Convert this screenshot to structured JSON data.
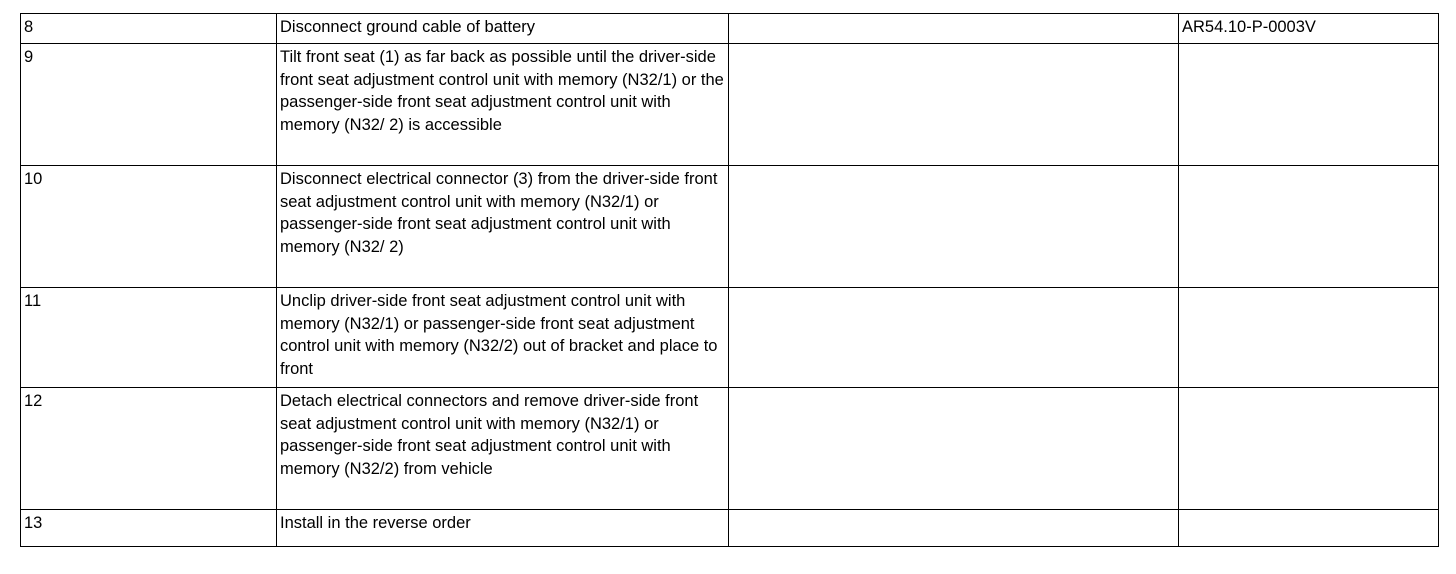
{
  "table": {
    "rows": [
      {
        "step": "8",
        "description": "Disconnect ground cable of battery",
        "note": "",
        "reference": "AR54.10-P-0003V"
      },
      {
        "step": "9",
        "description": "Tilt front seat (1) as far back as possible until the driver-side front seat adjustment control unit with memory (N32/1) or the passenger-side front seat adjustment control unit with memory (N32/ 2) is accessible",
        "note": "",
        "reference": ""
      },
      {
        "step": "10",
        "description": "Disconnect electrical connector (3) from the driver-side front seat adjustment control unit with memory (N32/1) or passenger-side front seat adjustment control unit with memory (N32/ 2)",
        "note": "",
        "reference": ""
      },
      {
        "step": "11",
        "description": "Unclip driver-side front seat adjustment control unit with memory (N32/1) or passenger-side front seat adjustment control unit with memory (N32/2) out of bracket and place to front",
        "note": "",
        "reference": ""
      },
      {
        "step": "12",
        "description": "Detach electrical connectors and remove driver-side front seat adjustment control unit with memory (N32/1) or passenger-side front seat adjustment control unit with memory (N32/2) from vehicle",
        "note": "",
        "reference": ""
      },
      {
        "step": "13",
        "description": "Install in the reverse order",
        "note": "",
        "reference": ""
      }
    ]
  }
}
